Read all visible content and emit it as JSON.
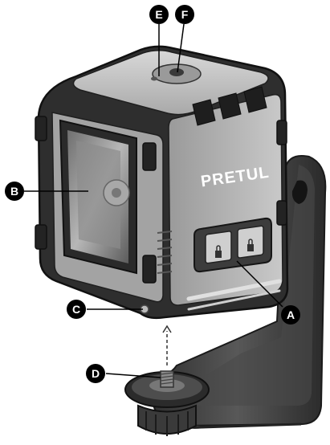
{
  "figure": {
    "brand": "PRETUL",
    "callouts": [
      {
        "id": "callout-a",
        "label": "A"
      },
      {
        "id": "callout-b",
        "label": "B"
      },
      {
        "id": "callout-c",
        "label": "C"
      },
      {
        "id": "callout-d",
        "label": "D"
      },
      {
        "id": "callout-e",
        "label": "E"
      },
      {
        "id": "callout-f",
        "label": "F"
      }
    ]
  }
}
